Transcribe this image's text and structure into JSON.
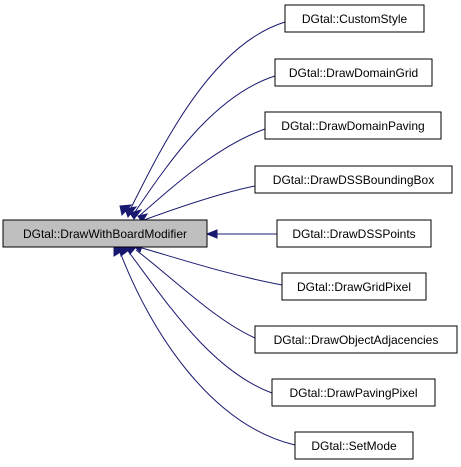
{
  "diagram": {
    "type": "inheritance-graph",
    "edge_color": "#191970",
    "base_fill": "#bfbfbf",
    "node_fill": "#ffffff",
    "base_class": {
      "label": "DGtal::DrawWithBoardModifier"
    },
    "derived_classes": [
      {
        "label": "DGtal::CustomStyle"
      },
      {
        "label": "DGtal::DrawDomainGrid"
      },
      {
        "label": "DGtal::DrawDomainPaving"
      },
      {
        "label": "DGtal::DrawDSSBoundingBox"
      },
      {
        "label": "DGtal::DrawDSSPoints"
      },
      {
        "label": "DGtal::DrawGridPixel"
      },
      {
        "label": "DGtal::DrawObjectAdjacencies"
      },
      {
        "label": "DGtal::DrawPavingPixel"
      },
      {
        "label": "DGtal::SetMode"
      }
    ]
  }
}
